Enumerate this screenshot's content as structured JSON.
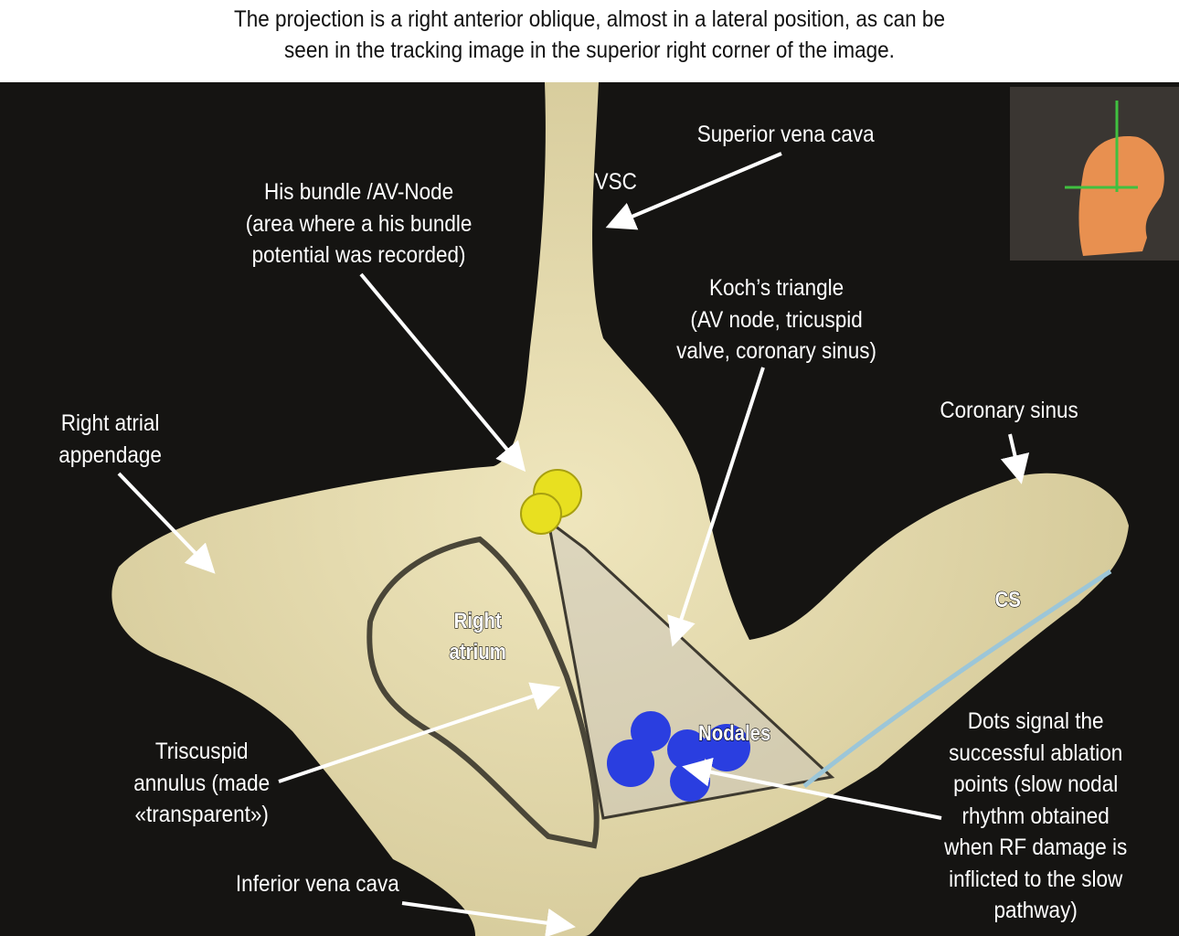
{
  "caption": {
    "line1": "The projection is a right anterior oblique, almost in a lateral position, as can be",
    "line2": "seen in the tracking image in the superior right corner of the image."
  },
  "labels": {
    "superior_vena_cava": "Superior vena cava",
    "vsc": "VSC",
    "his_bundle": [
      "His bundle /AV-Node",
      "(area where a his bundle",
      "potential was recorded)"
    ],
    "koch": [
      "Koch’s triangle",
      "(AV node, tricuspid",
      "valve, coronary sinus)"
    ],
    "coronary_sinus": "Coronary sinus",
    "right_atrial_appendage": [
      "Right atrial",
      "appendage"
    ],
    "right_atrium": [
      "Right",
      "atrium"
    ],
    "cs": "CS",
    "nodales": "Nodales",
    "tricuspid": [
      "Triscuspid",
      "annulus (made",
      "«transparent»)"
    ],
    "dots": [
      "Dots signal the",
      "successful ablation",
      "points (slow nodal",
      "rhythm obtained",
      "when RF damage is",
      "inflicted to the slow",
      "pathway)"
    ],
    "inferior_vena_cava": "Inferior vena cava"
  },
  "colors": {
    "tissue": "#e6dcae",
    "his_points": "#e8e020",
    "ablation_points": "#2a3ee0",
    "background": "#151412"
  }
}
